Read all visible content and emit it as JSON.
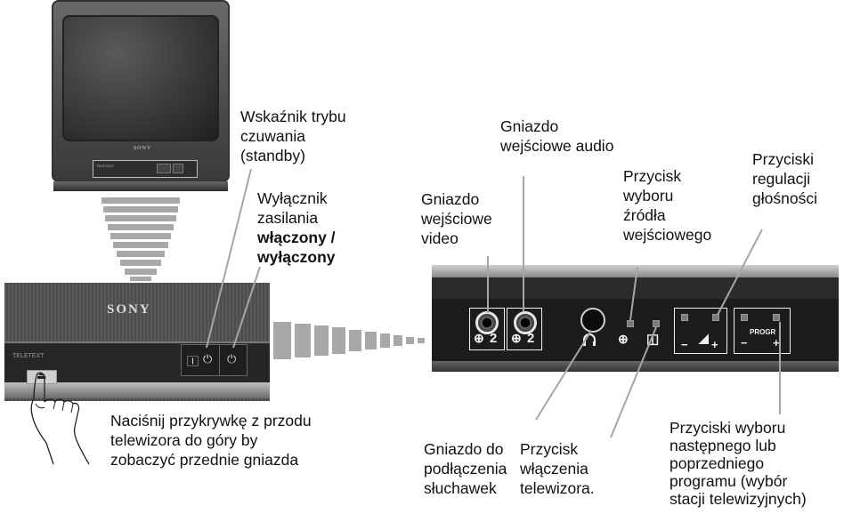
{
  "brand": "SONY",
  "teletext": "TELETEXT",
  "panel_glyphs": {
    "eject": "⏏",
    "standby": "⏻",
    "info": "🄸",
    "power": "⏻",
    "input_arrow": "⊕",
    "tv_sym": "◫"
  },
  "jack_labels": {
    "video": "2",
    "audio": "2"
  },
  "volume_symbols": {
    "minus": "−",
    "plus": "+",
    "ramp": "◢"
  },
  "progr": {
    "label": "PROGR",
    "minus": "−",
    "plus": "+"
  },
  "labels": {
    "standby_lines": [
      "Wskaźnik trybu",
      "czuwania",
      "(standby)"
    ],
    "power_lines": [
      "Wyłącznik",
      "zasilania"
    ],
    "power_bold_lines": [
      "włączony /",
      "wyłączony"
    ],
    "audio_lines": [
      "Gniazdo",
      "wejściowe audio"
    ],
    "video_lines": [
      "Gniazdo",
      "wejściowe",
      "video"
    ],
    "input_select_lines": [
      "Przycisk",
      "wyboru",
      "źródła",
      "wejściowego"
    ],
    "volume_lines": [
      "Przyciski",
      "regulacji",
      "głośności"
    ],
    "cover_lines": [
      "Naciśnij przykrywkę z przodu",
      "telewizora do góry by",
      "zobaczyć przednie gniazda"
    ],
    "headphones_lines": [
      "Gniazdo do",
      "podłączenia",
      "słuchawek"
    ],
    "tv_on_lines": [
      "Przycisk",
      "włączenia",
      "telewizora."
    ],
    "program_lines": [
      "Przyciski wyboru",
      "następnego lub",
      "poprzedniego",
      "programu (wybór",
      "stacji telewizyjnych)"
    ]
  }
}
